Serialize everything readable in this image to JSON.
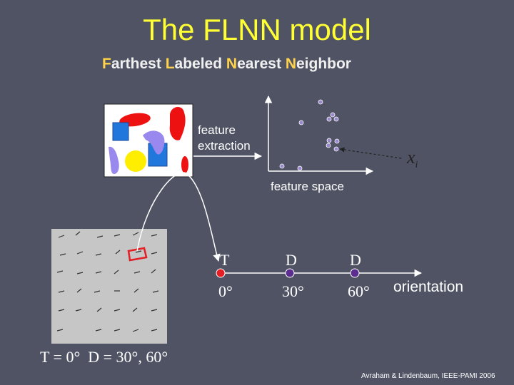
{
  "title": "The FLNN model",
  "subtitle": {
    "words": [
      {
        "initial": "F",
        "rest": "arthest"
      },
      {
        "initial": "L",
        "rest": "abeled"
      },
      {
        "initial": "N",
        "rest": "earest"
      },
      {
        "initial": "N",
        "rest": "eighbor"
      }
    ]
  },
  "feature_extraction_label": [
    "feature",
    "extraction"
  ],
  "feature_space_label": "feature space",
  "xi_symbol": "x",
  "xi_subscript": "i",
  "orientation_axis": {
    "points": [
      {
        "letter": "T",
        "angle": "0°",
        "color": "#e31e24"
      },
      {
        "letter": "D",
        "angle": "30°",
        "color": "#5b2d8e"
      },
      {
        "letter": "D",
        "angle": "60°",
        "color": "#5b2d8e"
      }
    ],
    "axis_label": "orientation"
  },
  "bottom_formula": "T = 0°  D = 30°, 60°",
  "citation": "Avraham & Lindenbaum, IEEE-PAMI 2006",
  "colors": {
    "title": "#ffff33",
    "initial": "#ffd24a",
    "background": "#4f5364",
    "red_shape": "#ee1111",
    "blue_shape": "#2277dd",
    "yellow_shape": "#ffee00",
    "purple_shape": "#9988ee"
  }
}
